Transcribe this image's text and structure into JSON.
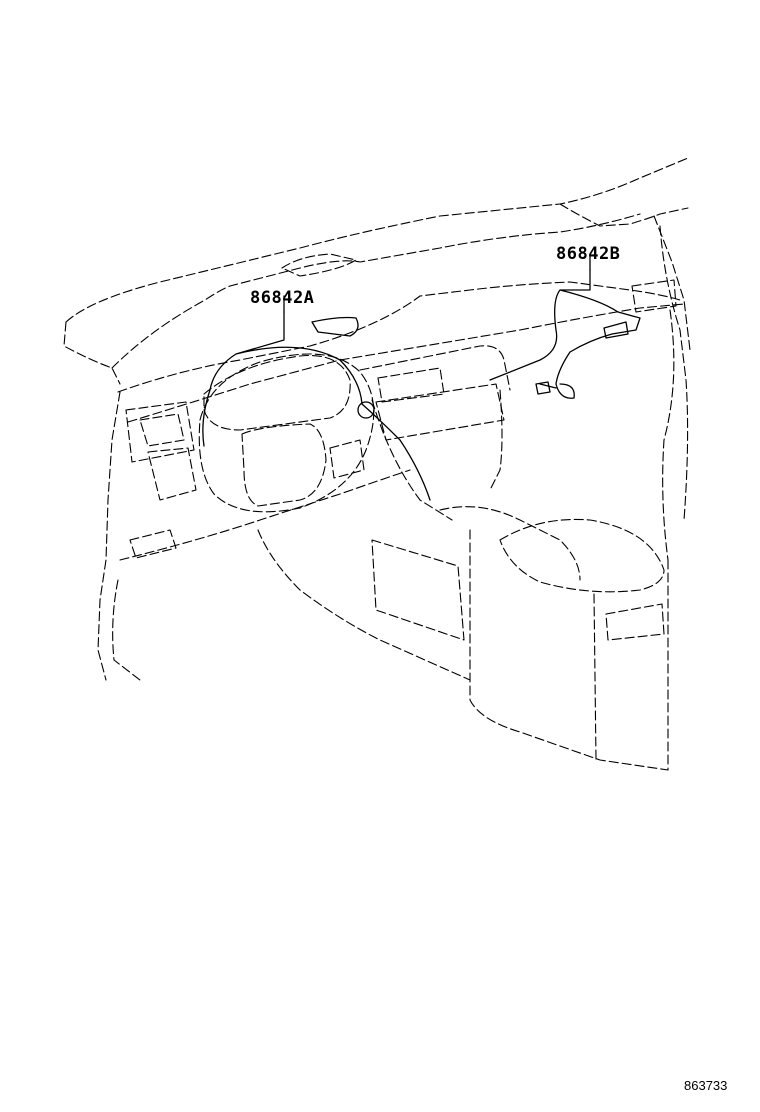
{
  "callouts": {
    "harness_a": "86842A",
    "harness_b": "86842B"
  },
  "figure_number": "863733",
  "colors": {
    "line": "#000000",
    "background": "#ffffff"
  }
}
